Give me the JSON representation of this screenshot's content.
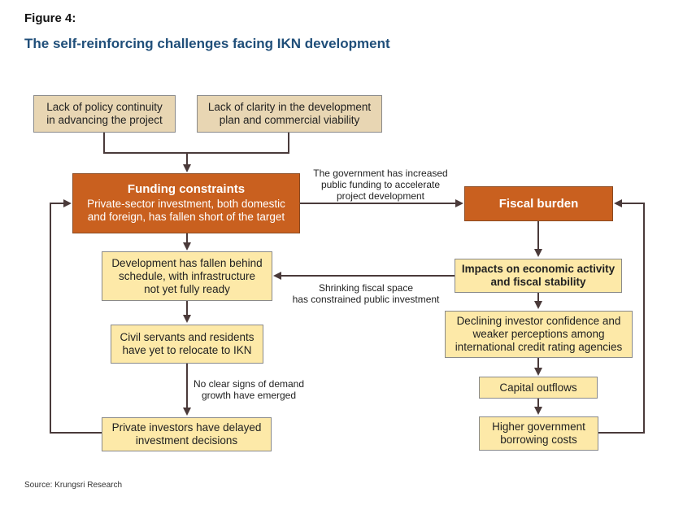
{
  "figure": {
    "label": "Figure 4:",
    "title": "The self-reinforcing challenges facing IKN development",
    "source": "Source: Krungsri Research"
  },
  "nodes": {
    "policy_continuity": {
      "line1": "Lack of policy continuity",
      "line2": "in advancing the project"
    },
    "clarity_plan": {
      "line1": "Lack of clarity in the development",
      "line2": "plan and commercial viability"
    },
    "funding": {
      "title": "Funding constraints",
      "line1": "Private-sector investment, both domestic",
      "line2": "and foreign, has fallen short of the target"
    },
    "fiscal_burden": {
      "title": "Fiscal burden"
    },
    "behind_schedule": {
      "line1": "Development has fallen behind",
      "line2": "schedule, with infrastructure",
      "line3": "not yet fully ready"
    },
    "civil_servants": {
      "line1": "Civil servants and residents",
      "line2": "have yet to relocate to IKN"
    },
    "private_investors": {
      "line1": "Private investors have delayed",
      "line2": "investment decisions"
    },
    "impacts": {
      "line1": "Impacts on economic activity",
      "line2": "and fiscal stability"
    },
    "investor_confidence": {
      "line1": "Declining investor confidence and",
      "line2": "weaker perceptions among",
      "line3": "international credit rating agencies"
    },
    "capital_outflows": {
      "line1": "Capital outflows"
    },
    "borrowing_costs": {
      "line1": "Higher government",
      "line2": "borrowing costs"
    }
  },
  "edge_labels": {
    "gov_funding": {
      "line1": "The government has increased",
      "line2": "public funding to accelerate",
      "line3": "project development"
    },
    "shrinking_space": {
      "line1": "Shrinking fiscal space",
      "line2": "has constrained public investment"
    },
    "no_demand": {
      "line1": "No clear signs of demand",
      "line2": "growth have emerged"
    }
  },
  "colors": {
    "tan": "#e8d6b3",
    "yellow": "#fde9a8",
    "orange": "#c9601f",
    "line": "#4a3a3a",
    "title": "#1f4e79"
  }
}
